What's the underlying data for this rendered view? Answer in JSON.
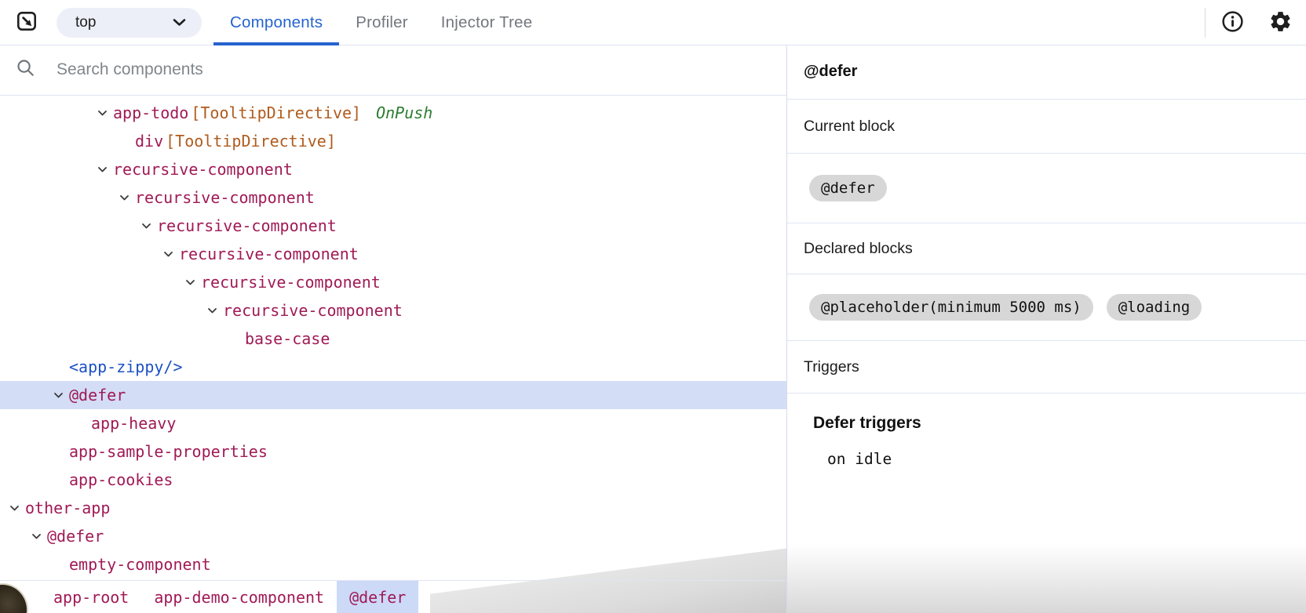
{
  "topbar": {
    "frame_selector_value": "top",
    "tabs": [
      {
        "label": "Components",
        "active": true
      },
      {
        "label": "Profiler",
        "active": false
      },
      {
        "label": "Injector Tree",
        "active": false
      }
    ]
  },
  "search": {
    "placeholder": "Search components"
  },
  "tree": {
    "nodes": [
      {
        "name": "app-todo",
        "directives": "[TooltipDirective]",
        "badge": "OnPush",
        "indent": 4,
        "expandable": true
      },
      {
        "name": "div",
        "directives": "[TooltipDirective]",
        "indent": 5
      },
      {
        "name": "recursive-component",
        "indent": 4,
        "expandable": true
      },
      {
        "name": "recursive-component",
        "indent": 5,
        "expandable": true
      },
      {
        "name": "recursive-component",
        "indent": 6,
        "expandable": true
      },
      {
        "name": "recursive-component",
        "indent": 7,
        "expandable": true
      },
      {
        "name": "recursive-component",
        "indent": 8,
        "expandable": true
      },
      {
        "name": "recursive-component",
        "indent": 9,
        "expandable": true
      },
      {
        "name": "base-case",
        "indent": 10
      },
      {
        "name": "<app-zippy/>",
        "indent": 2,
        "kind": "element"
      },
      {
        "name": "@defer",
        "indent": 2,
        "expandable": true,
        "selected": true
      },
      {
        "name": "app-heavy",
        "indent": 3
      },
      {
        "name": "app-sample-properties",
        "indent": 2
      },
      {
        "name": "app-cookies",
        "indent": 2
      },
      {
        "name": "other-app",
        "indent": 0,
        "expandable": true
      },
      {
        "name": "@defer",
        "indent": 1,
        "expandable": true
      },
      {
        "name": "empty-component",
        "indent": 2
      }
    ]
  },
  "breadcrumb": {
    "items": [
      {
        "label": "app-root",
        "selected": false
      },
      {
        "label": "app-demo-component",
        "selected": false
      },
      {
        "label": "@defer",
        "selected": true
      }
    ]
  },
  "details": {
    "title": "@defer",
    "current_block": {
      "header": "Current block",
      "chips": [
        "@defer"
      ]
    },
    "declared_blocks": {
      "header": "Declared blocks",
      "chips": [
        "@placeholder(minimum 5000 ms)",
        "@loading"
      ]
    },
    "triggers": {
      "header": "Triggers"
    },
    "defer_triggers": {
      "heading": "Defer triggers",
      "items": [
        "on idle"
      ]
    }
  },
  "icons": {
    "topbar": [
      "inspect-icon",
      "chevron-down-icon",
      "info-icon",
      "gear-icon"
    ],
    "search": "search-icon",
    "tree_expander": "chevron-down-icon"
  },
  "colors": {
    "component_name": "#a01a56",
    "directive": "#b05b1d",
    "on_push": "#2e7d32",
    "element_node": "#1c51c4",
    "selection_bg": "#d3ddf6",
    "breadcrumb_selected_bg": "#ccdaf7",
    "accent_blue": "#2563cf",
    "divider": "#dfe4f2",
    "panel_border": "#d6dbe8",
    "chip_bg": "#d7d7d7",
    "tab_inactive": "#73777d",
    "placeholder": "#80868b"
  }
}
